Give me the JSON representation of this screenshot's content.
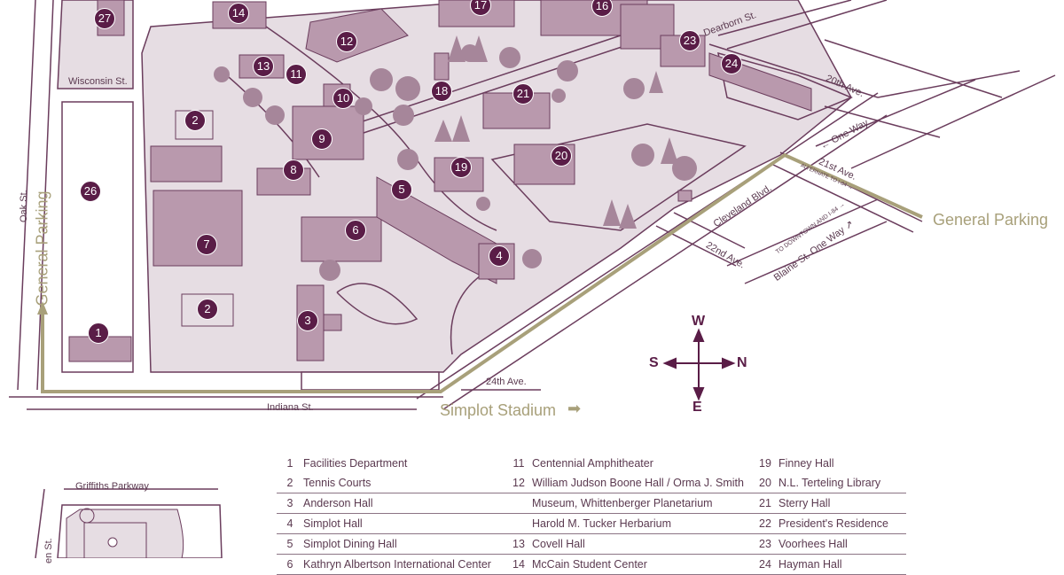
{
  "colors": {
    "primary": "#5a1d47",
    "building": "#b999ad",
    "ground": "#e6dde3",
    "tree": "#a6869a",
    "route": "#a8a07a",
    "line": "#6b3d5d"
  },
  "markers": {
    "m27": "27",
    "m14": "14",
    "m12": "12",
    "m17": "17",
    "m16": "16",
    "m23": "23",
    "m24": "24",
    "m13": "13",
    "m11": "11",
    "m10": "10",
    "m18": "18",
    "m21": "21",
    "m2a": "2",
    "m9": "9",
    "m8": "8",
    "m20": "20",
    "m19": "19",
    "m26": "26",
    "m5": "5",
    "m7": "7",
    "m6": "6",
    "m4": "4",
    "m2b": "2",
    "m1": "1",
    "m3": "3"
  },
  "streets": {
    "wisconsin": "Wisconsin St.",
    "oak": "Oak St.",
    "indiana": "Indiana St.",
    "dearborn": "Dearborn St.",
    "ave20": "20th Ave.",
    "oneway": "← One Way",
    "ave21": "21st Ave.",
    "alternate": "ALTERNATE TO I-84 →",
    "cleveland": "Cleveland Blvd.",
    "ave22": "22nd Ave.",
    "downtown": "TO DOWNTOWN AND I-84 →",
    "blaine": "Blaine St. One Way ↗",
    "ave24": "24th Ave.",
    "griffiths": "Griffiths Parkway",
    "inset_street": "en St."
  },
  "route_labels": {
    "parking_left": "General Parking",
    "parking_right": "General Parking",
    "stadium": "Simplot Stadium"
  },
  "compass": {
    "w": "W",
    "s": "S",
    "n": "N",
    "e": "E"
  },
  "legend": {
    "rows": [
      [
        {
          "n": "1",
          "t": "Facilities Department"
        },
        {
          "n": "11",
          "t": "Centennial Amphitheater"
        },
        {
          "n": "19",
          "t": "Finney Hall"
        }
      ],
      [
        {
          "n": "2",
          "t": "Tennis Courts"
        },
        {
          "n": "12",
          "t": "William Judson Boone Hall / Orma J. Smith"
        },
        {
          "n": "20",
          "t": "N.L. Terteling Library"
        }
      ],
      [
        {
          "n": "3",
          "t": "Anderson Hall"
        },
        {
          "n": "",
          "t": "Museum, Whittenberger Planetarium"
        },
        {
          "n": "21",
          "t": "Sterry Hall"
        }
      ],
      [
        {
          "n": "4",
          "t": "Simplot Hall"
        },
        {
          "n": "",
          "t": "Harold M. Tucker Herbarium"
        },
        {
          "n": "22",
          "t": "President's Residence"
        }
      ],
      [
        {
          "n": "5",
          "t": "Simplot Dining Hall"
        },
        {
          "n": "13",
          "t": "Covell Hall"
        },
        {
          "n": "23",
          "t": "Voorhees Hall"
        }
      ],
      [
        {
          "n": "6",
          "t": "Kathryn Albertson International Center"
        },
        {
          "n": "14",
          "t": "McCain Student Center"
        },
        {
          "n": "24",
          "t": "Hayman Hall"
        }
      ]
    ]
  }
}
